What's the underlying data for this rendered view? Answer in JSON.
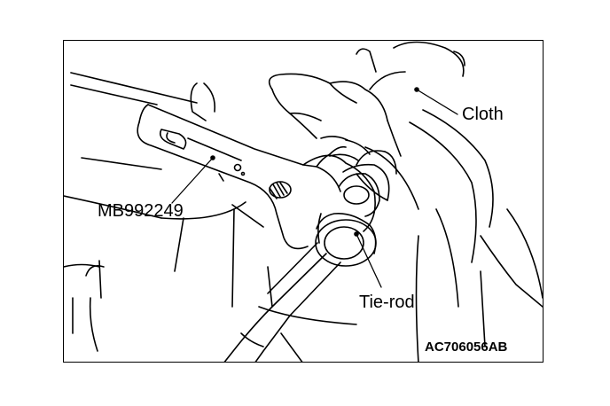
{
  "figure": {
    "labels": {
      "cloth": "Cloth",
      "special_tool": "MB992249",
      "tie_rod": "Tie-rod"
    },
    "figure_code": "AC706056AB"
  },
  "colors": {
    "line": "#000000",
    "background": "#ffffff"
  },
  "icons": [
    "wrench-tool",
    "hand-with-cloth",
    "tie-rod-shaft"
  ]
}
